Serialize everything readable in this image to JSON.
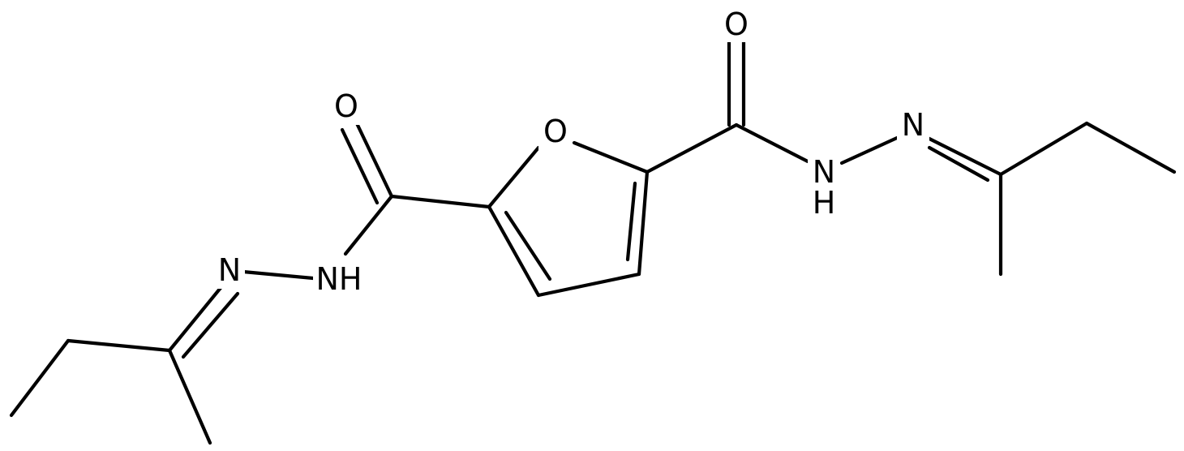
{
  "molecule": {
    "atoms": {
      "o_furan": "O",
      "o_left": "O",
      "o_right": "O",
      "nh_left": "NH",
      "n_left": "N",
      "n_right_top": "N",
      "nh_right_n": "N",
      "nh_right_h": "H",
      "n_right": "N"
    }
  }
}
